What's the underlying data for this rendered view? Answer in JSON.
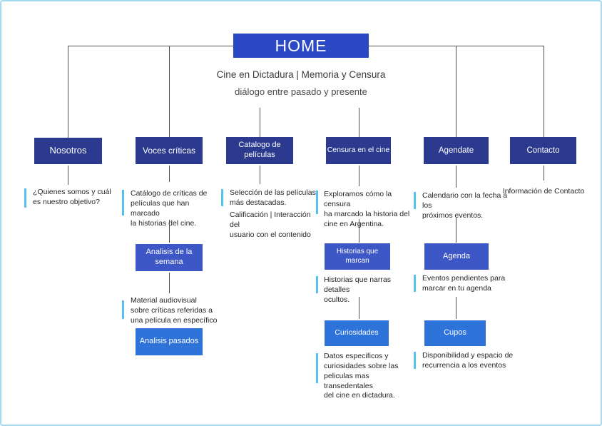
{
  "header": {
    "home_label": "HOME",
    "title": "Cine en Dictadura | Memoria y Censura",
    "subtitle": "diálogo entre pasado y presente"
  },
  "colors": {
    "home_box": "#2b49c4",
    "primary_box": "#2b3a8e",
    "secondary_box": "#3d57c6",
    "tertiary_box": "#2e73da",
    "accent_bar": "#54c2ee",
    "connector_line": "#4f4f4f",
    "frame_border": "#a6d9ef"
  },
  "sections": [
    {
      "label": "Nosotros",
      "description": "¿Quienes somos y cuál\nes nuestro objetivo?"
    },
    {
      "label": "Voces críticas",
      "description": "Catálogo de críticas de\npelículas que han marcado\nla historias del cine.",
      "children": [
        {
          "label": "Analisis de la\nsemana",
          "description": "Material audiovisual\nsobre críticas referidas a\nuna película en específico"
        },
        {
          "label": "Analisis pasados"
        }
      ]
    },
    {
      "label": "Catalogo de\npelículas",
      "description": "Selección de las películas\nmás destacadas.",
      "description2": "Calificación | Interacción del\nusuario con el contenido"
    },
    {
      "label": "Censura en el cine",
      "description": "Exploramos cómo la censura\nha marcado la historia del\ncine en Argentina.",
      "children": [
        {
          "label": "Historias que marcan",
          "description": "Historias que narras detalles\nocultos."
        },
        {
          "label": "Curiosidades",
          "description": "Datos especificos y\ncuriosidades sobre las\npeliculas mas transedentales\ndel cine en dictadura."
        }
      ]
    },
    {
      "label": "Agendate",
      "description": "Calendario con la fecha a los\npróximos eventos.",
      "children": [
        {
          "label": "Agenda",
          "description": "Eventos pendientes para\nmarcar en tu agenda"
        },
        {
          "label": "Cupos",
          "description": "Disponibilidad y espacio de\nrecurrencia a los eventos"
        }
      ]
    },
    {
      "label": "Contacto",
      "description": "Información de Contacto"
    }
  ]
}
